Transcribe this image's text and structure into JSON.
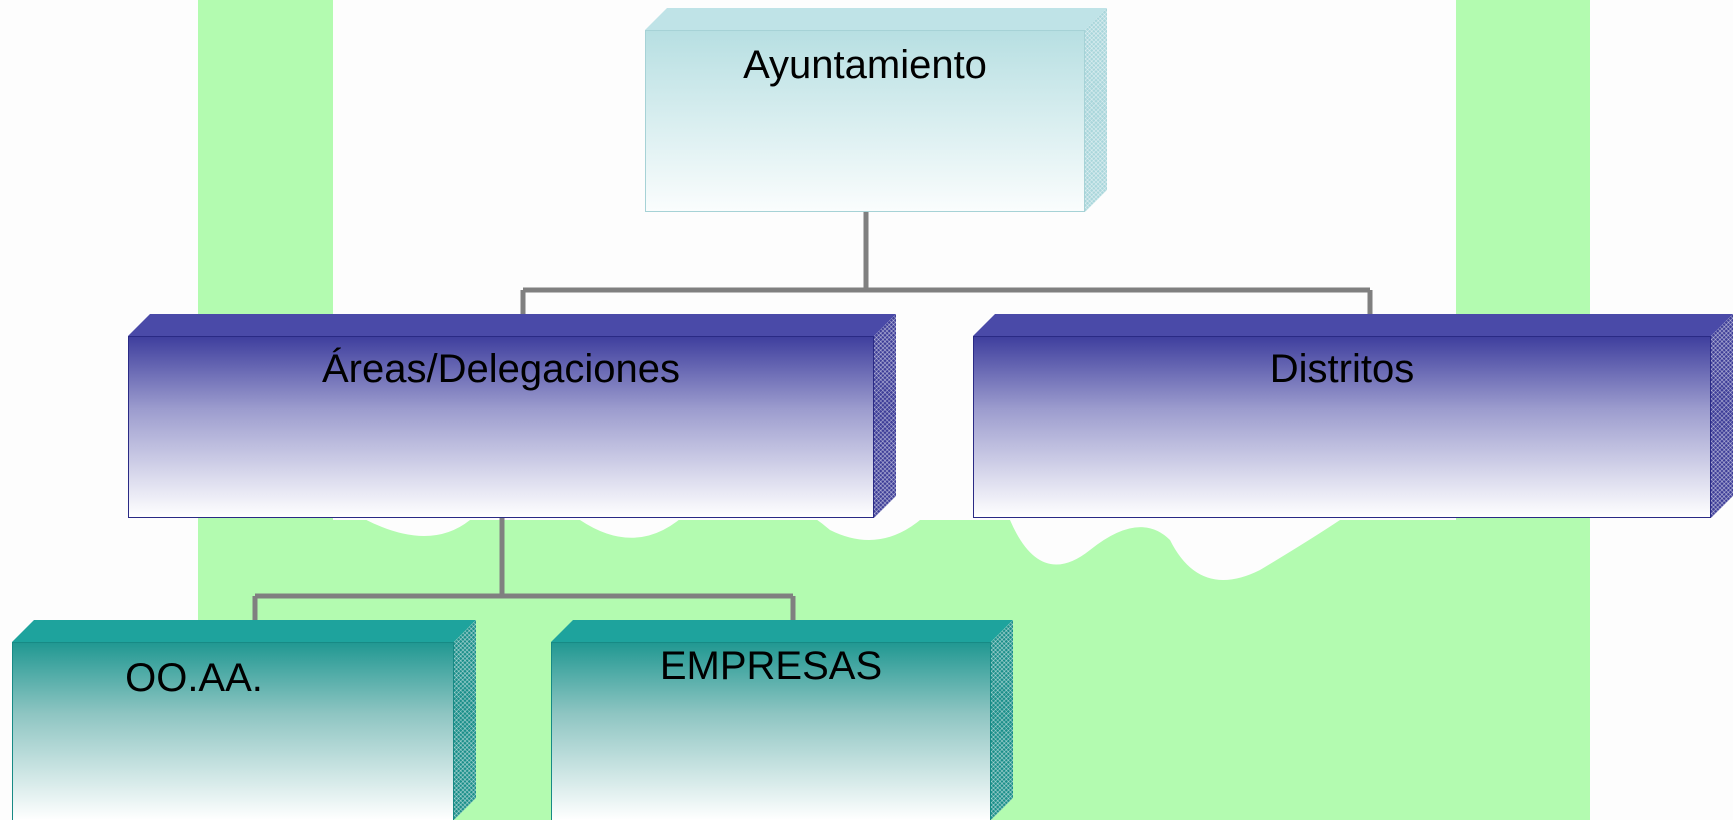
{
  "diagram": {
    "root": {
      "label": "Ayuntamiento"
    },
    "level2": [
      {
        "label": "Áreas/Delegaciones"
      },
      {
        "label": "Distritos"
      }
    ],
    "level3": [
      {
        "label": "OO.AA."
      },
      {
        "label": "EMPRESAS"
      }
    ]
  },
  "colors": {
    "background_band": "#b3fbb0",
    "root_fill": "#bfe3e7",
    "level2_fill": "#3f3f9e",
    "level3_fill": "#219892",
    "connector": "#808080"
  }
}
